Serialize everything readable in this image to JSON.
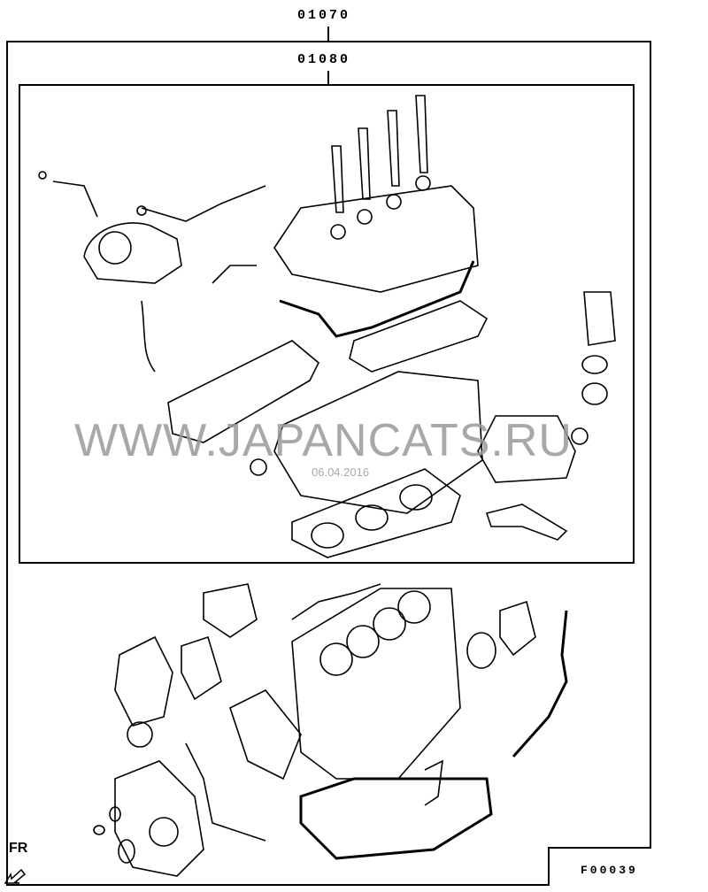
{
  "labels": {
    "outer_kit": "01070",
    "inner_kit": "01080"
  },
  "watermark": "WWW.JAPANCATS.RU",
  "date_stamp": "06.04.2016",
  "direction_label": "FR",
  "figure_code": "F00039"
}
